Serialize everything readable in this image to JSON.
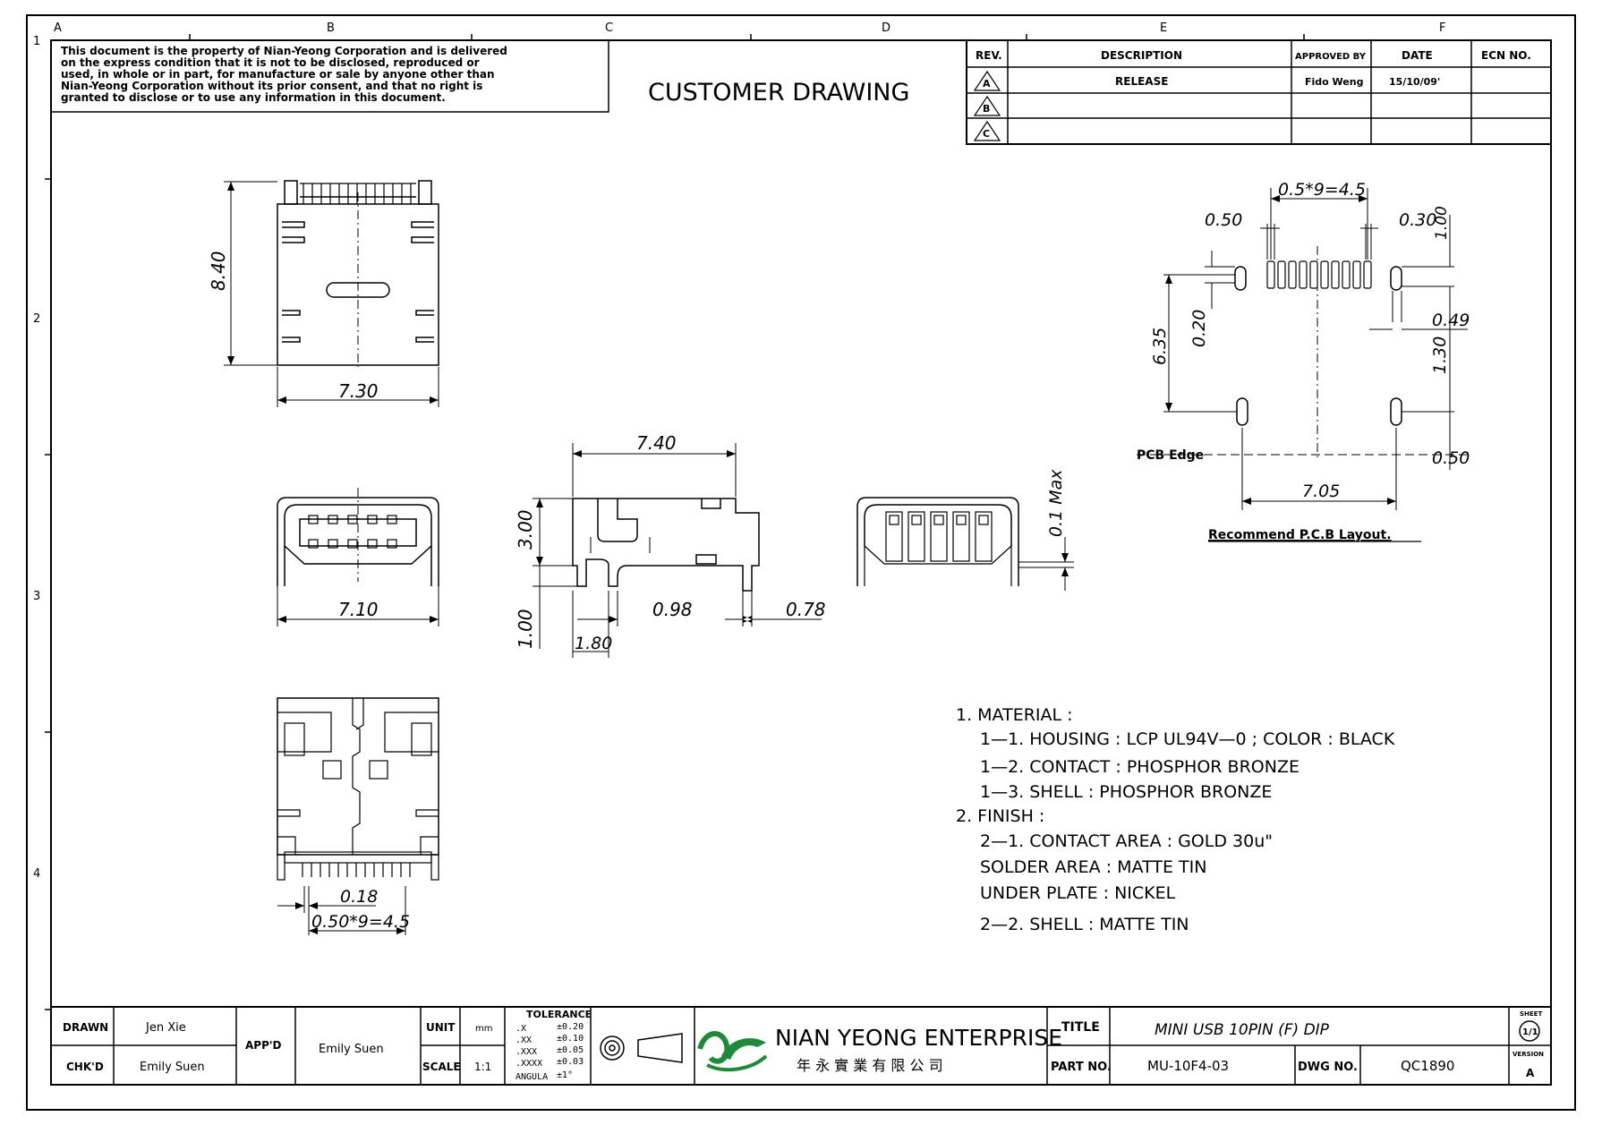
{
  "notice": [
    "This document is the property of Nian-Yeong Corporation and is delivered",
    "on  the  express condition that it is not to be disclosed, reproduced or",
    "used, in whole or in part, for manufacture or sale by anyone other than",
    "Nian-Yeong Corporation without  its prior consent, and that  no right  is",
    "granted to disclose or to use any information in this  document."
  ],
  "drawing_type": "CUSTOMER  DRAWING",
  "zone_letters": [
    "A",
    "B",
    "C",
    "D",
    "E",
    "F"
  ],
  "zone_numbers": [
    "1",
    "2",
    "3",
    "4"
  ],
  "revision_table": {
    "headers": [
      "REV.",
      "DESCRIPTION",
      "APPROVED BY",
      "DATE",
      "ECN NO."
    ],
    "rows": [
      {
        "rev": "A",
        "description": "RELEASE",
        "approved_by": "Fido Weng",
        "date": "15/10/09'",
        "ecn": ""
      },
      {
        "rev": "B",
        "description": "",
        "approved_by": "",
        "date": "",
        "ecn": ""
      },
      {
        "rev": "C",
        "description": "",
        "approved_by": "",
        "date": "",
        "ecn": ""
      }
    ]
  },
  "dimensions": {
    "top_height": "8.40",
    "top_width": "7.30",
    "front_width": "7.10",
    "side_width": "7.40",
    "side_height": "3.00",
    "side_leg": "1.00",
    "side_peg": "1.80",
    "side_098": "0.98",
    "side_078": "0.78",
    "rear_max": "0.1 Max",
    "bottom_pin": "0.18",
    "bottom_pitch": "0.50*9=4.5",
    "pcb_pitch": "0.5*9=4.5",
    "pcb_050": "0.50",
    "pcb_030": "0.30",
    "pcb_100": "1.00",
    "pcb_635": "6.35",
    "pcb_020": "0.20",
    "pcb_049": "0.49",
    "pcb_130": "1.30",
    "pcb_050b": "0.50",
    "pcb_705": "7.05",
    "pcb_edge": "PCB Edge"
  },
  "pcb_layout_caption": "Recommend P.C.B Layout.",
  "notes": [
    "1.  MATERIAL  :",
    "1—1.  HOUSING  :  LCP  UL94V—0  ;  COLOR  :  BLACK",
    "1—2.  CONTACT  :  PHOSPHOR  BRONZE",
    "1—3.  SHELL  :  PHOSPHOR  BRONZE",
    "2.  FINISH  :",
    "2—1.  CONTACT  AREA  :  GOLD  30u\"",
    "SOLDER  AREA  :  MATTE  TIN",
    "UNDER  PLATE  :  NICKEL",
    "2—2.  SHELL  :  MATTE  TIN"
  ],
  "title_block": {
    "drawn_label": "DRAWN",
    "drawn": "Jen Xie",
    "chkd_label": "CHK'D",
    "chkd": "Emily Suen",
    "appd_label": "APP'D",
    "appd": "Emily Suen",
    "unit_label": "UNIT",
    "unit": "mm",
    "scale_label": "SCALE",
    "scale": "1:1",
    "tolerance_label": "TOLERANCE",
    "tolerances": [
      {
        "k": ".X",
        "v": "±0.20"
      },
      {
        "k": ".XX",
        "v": "±0.10"
      },
      {
        "k": ".XXX",
        "v": "±0.05"
      },
      {
        "k": ".XXXX",
        "v": "±0.03"
      },
      {
        "k": "ANGULA",
        "v": "±1°"
      }
    ],
    "company": "NIAN YEONG ENTERPRISE",
    "company_cn": "年 永 實 業 有 限 公 司",
    "title_label": "TITLE",
    "title": "MINI USB 10PIN (F) DIP",
    "partno_label": "PART NO.",
    "partno": "MU-10F4-03",
    "dwgno_label": "DWG NO.",
    "dwgno": "QC1890",
    "sheet_label": "SHEET",
    "sheet": "1/1",
    "version_label": "VERSION",
    "version": "A"
  },
  "colors": {
    "ink": "#000000",
    "paper": "#ffffff",
    "logo": "#1f8a3a"
  },
  "icons": [
    "third-angle-projection-icon",
    "company-logo-icon"
  ]
}
